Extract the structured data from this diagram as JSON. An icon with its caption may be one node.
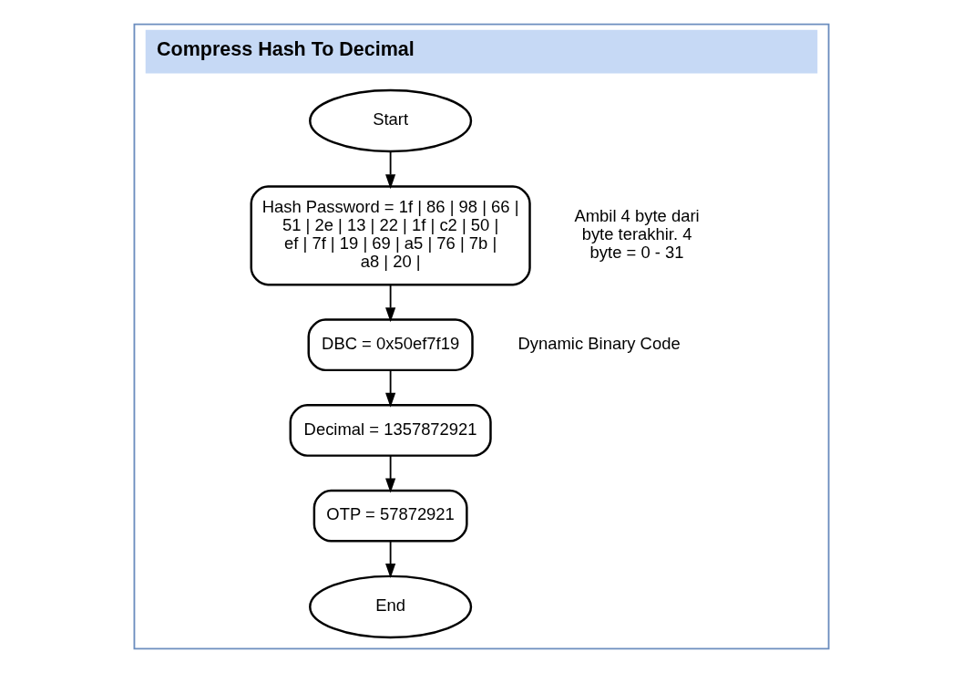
{
  "diagram": {
    "nodes": [
      {
        "text": [
          "Compress Hash To Decimal"
        ]
      },
      {
        "text": [
          "Start"
        ],
        "in": 0
      },
      {
        "text": [
          "Hash Password = 1f | 86 | 98 | 66 | 51 | 2e | 13 | 22 | 1f | c2 | 50 | ef | 7f | 19 | 69 | a5 | 76 | 7b | a8 | 20 |"
        ],
        "in": 0,
        "beside": [
          "Ambil 4 byte dari byte terakhir. 4 byte = 0 - 31"
        ]
      },
      {
        "text": [
          "DBC = 0x50ef7f19"
        ],
        "in": 0,
        "beside": [
          "Dynamic Binary Code"
        ]
      },
      {
        "text": [
          "Decimal = 1357872921"
        ],
        "in": 0
      },
      {
        "text": [
          "OTP = 57872921"
        ],
        "in": 0
      },
      {
        "text": [
          "End"
        ],
        "in": 0
      }
    ],
    "edges": [
      {
        "from": 1,
        "to": 2,
        "arrow": "to"
      },
      {
        "from": 2,
        "to": 3,
        "arrow": "to"
      },
      {
        "from": 3,
        "to": 4,
        "arrow": "to"
      },
      {
        "from": 4,
        "to": 5,
        "arrow": "to"
      },
      {
        "from": 5,
        "to": 6,
        "arrow": "to"
      }
    ]
  }
}
